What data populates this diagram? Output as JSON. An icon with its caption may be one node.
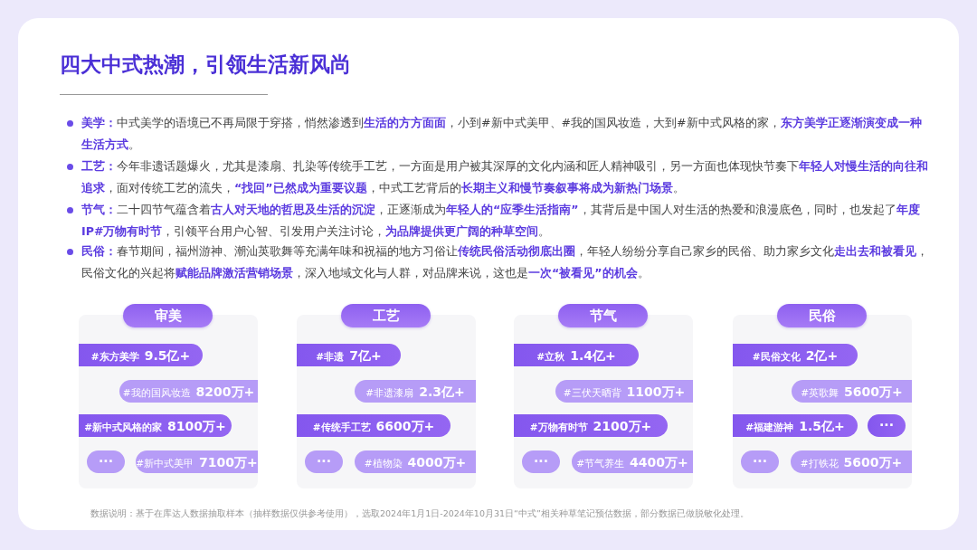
{
  "diagram": {
    "title": "四大中式热潮，引领生活新风尚",
    "nodes": [
      {
        "text": [
          "审美"
        ]
      },
      {
        "text": [
          "#东方美学",
          "9.5亿+"
        ],
        "in": 0
      },
      {
        "text": [
          "#我的国风妆造",
          "8200万+"
        ],
        "in": 0
      },
      {
        "text": [
          "#新中式风格的家",
          "8100万+"
        ],
        "in": 0
      },
      {
        "text": [
          "···"
        ],
        "in": 0
      },
      {
        "text": [
          "#新中式美甲",
          "7100万+"
        ],
        "in": 0
      },
      {
        "text": [
          "工艺"
        ]
      },
      {
        "text": [
          "#非遗",
          "7亿+"
        ],
        "in": 6
      },
      {
        "text": [
          "#非遗漆扇",
          "2.3亿+"
        ],
        "in": 6
      },
      {
        "text": [
          "#传统手工艺",
          "6600万+"
        ],
        "in": 6
      },
      {
        "text": [
          "···"
        ],
        "in": 6
      },
      {
        "text": [
          "#植物染",
          "4000万+"
        ],
        "in": 6
      },
      {
        "text": [
          "节气"
        ]
      },
      {
        "text": [
          "#立秋",
          "1.4亿+"
        ],
        "in": 12
      },
      {
        "text": [
          "#三伏天晒背",
          "1100万+"
        ],
        "in": 12
      },
      {
        "text": [
          "#万物有时节",
          "2100万+"
        ],
        "in": 12
      },
      {
        "text": [
          "···"
        ],
        "in": 12
      },
      {
        "text": [
          "#节气养生",
          "4400万+"
        ],
        "in": 12
      },
      {
        "text": [
          "民俗"
        ]
      },
      {
        "text": [
          "#民俗文化",
          "2亿+"
        ],
        "in": 18
      },
      {
        "text": [
          "#英歌舞",
          "5600万+"
        ],
        "in": 18
      },
      {
        "text": [
          "#福建游神",
          "1.5亿+"
        ],
        "in": 18
      },
      {
        "text": [
          "···"
        ],
        "in": 18
      },
      {
        "text": [
          "···"
        ],
        "in": 18
      },
      {
        "text": [
          "#打铁花",
          "5600万+"
        ],
        "in": 18
      }
    ],
    "labels": [
      "**美学：**中式美学的语境已不再局限于穿搭，悄然渗透到**生活的方方面面**，小到#新中式美甲、#我的国风妆造，大到#新中式风格的家，**东方美学正逐渐演变成一种生活方式**。",
      "**工艺：**今年非遗话题爆火，尤其是漆扇、扎染等传统手工艺，一方面是用户被其深厚的文化内涵和匠人精神吸引，另一方面也体现快节奏下**年轻人对慢生活的向往和追求**，面对传统工艺的流失，**“找回”已然成为重要议题**，中式工艺背后的**长期主义和慢节奏叙事将成为新热门场景**。",
      "**节气：**二十四节气蕴含着**古人对天地的哲思及生活的沉淀**，正逐渐成为**年轻人的“应季生活指南”**，其背后是中国人对生活的热爱和浪漫底色，同时，也发起了**年度IP#万物有时节**，引领平台用户心智、引发用户关注讨论，**为品牌提供更广阔的种草空间**。",
      "**民俗：**春节期间，福州游神、潮汕英歌舞等充满年味和祝福的地方习俗让**传统民俗活动彻底出圈**，年轻人纷纷分享自己家乡的民俗、助力家乡文化**走出去和被看见**，民俗文化的兴起将**赋能品牌激活营销场景**，深入地域文化与人群，对品牌来说，这也是**一次“被看见”的机会**。",
      "数据说明：基于在库达人数据抽取样本（抽样数据仅供参考使用），选取2024年1月1日-2024年10月31日“中式”相关种草笔记预估数据，部分数据已做脱敏化处理。"
    ]
  }
}
